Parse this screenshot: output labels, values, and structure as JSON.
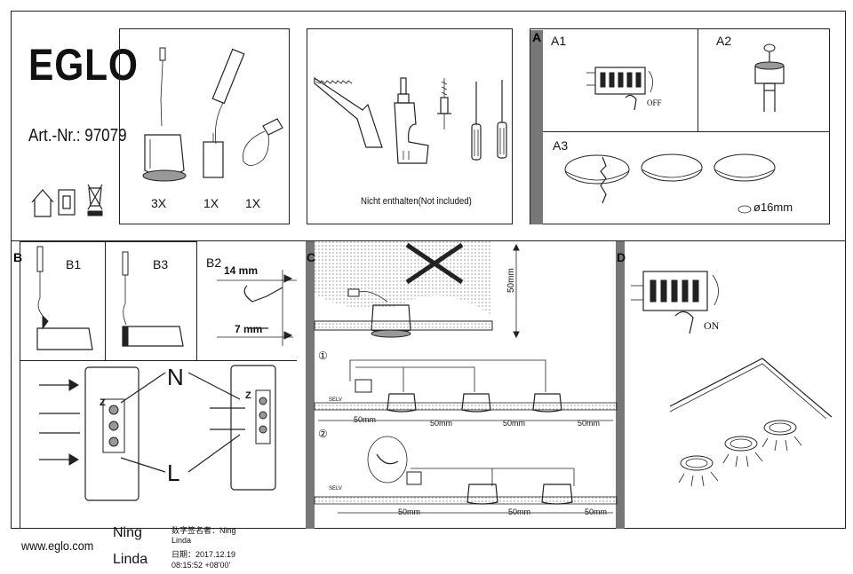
{
  "header": {
    "brand": "EGLO",
    "article_label": "Art.-Nr.: 97079"
  },
  "contents": {
    "qty_spot": "3X",
    "qty_driver": "1X",
    "qty_connector": "1X"
  },
  "tools": {
    "note": "Nicht enthalten(Not included)"
  },
  "section_a": {
    "letter": "A",
    "a1": "A1",
    "a2": "A2",
    "a3": "A3",
    "off_label": "OFF",
    "hole_size": "ø16mm"
  },
  "section_b": {
    "letter": "B",
    "b1": "B1",
    "b2": "B2",
    "b3": "B3",
    "strip_long": "14 mm",
    "strip_short": "7 mm",
    "n_label": "N",
    "l_label": "L",
    "z_label": "Z"
  },
  "section_c": {
    "letter": "C",
    "depth": "50mm",
    "selv": "SELV",
    "dist": "50mm",
    "step1": "①",
    "step2": "②"
  },
  "section_d": {
    "letter": "D",
    "on_label": "ON"
  },
  "footer": {
    "website": "www.eglo.com",
    "signer_line1": "Ning",
    "signer_line2": "Linda",
    "sig_label": "数字签名者：Ning",
    "sig_name": "Linda",
    "date_label": "日期：2017.12.19",
    "time_label": "08:15:52 +08'00'"
  }
}
